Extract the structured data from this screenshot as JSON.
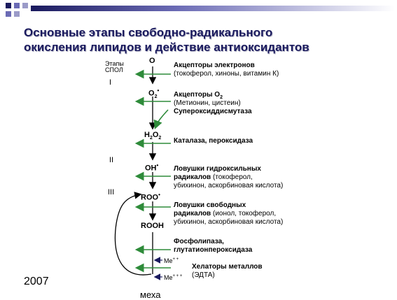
{
  "slide": {
    "title_line1": "Основные этапы свободно-радикального",
    "title_line2": "окисления липидов и действие антиоксидантов",
    "year": "2007",
    "footer_fragment": "меха"
  },
  "colors": {
    "title": "#1a1a5e",
    "arrow_green": "#2e8b3a",
    "deco_navy": "#1a1a5e",
    "deco_blue": "#6b6bb5"
  },
  "diagram": {
    "stages_header_line1": "Этапы",
    "stages_header_line2": "СПОЛ",
    "stage_1": "I",
    "stage_2": "II",
    "stage_3": "III",
    "species": {
      "o": "O",
      "o2": "O",
      "o2_sub": "2",
      "o2_sup": "•",
      "h2o2_h": "H",
      "h2o2_sub1": "2",
      "h2o2_o": "O",
      "h2o2_sub2": "2",
      "oh": "OH",
      "oh_sup": "•",
      "roo": "ROO",
      "roo_sup": "•",
      "rooh": "ROOH",
      "me1": "Me",
      "me1_sup": "+ +",
      "me2": "Me",
      "me2_sup": "+ + +"
    },
    "interventions": {
      "electron_acceptors_title": "Акцепторы электронов",
      "electron_acceptors_examples": "(токоферол, хиноны, витамин К)",
      "o2_acceptors_title": "Акцепторы O",
      "o2_acceptors_sub": "2",
      "o2_acceptors_examples": "(Метионин, цистеин)",
      "sod": "Супероксиддисмутаза",
      "catalase": "Каталаза, пероксидаза",
      "hydroxyl_traps_line1": "Ловушки гидроксильных",
      "hydroxyl_traps_line2_bold": "радикалов",
      "hydroxyl_traps_line2_rest": " (токоферол,",
      "hydroxyl_traps_line3": "убихинон, аскорбиновая кислота)",
      "free_traps_line1": "Ловушки свободных",
      "free_traps_line2_bold": "радикалов",
      "free_traps_line2_rest": " (ионол, токоферол,",
      "free_traps_line3": "убихинон, аскорбиновая кислота)",
      "phospholipase_line1": "Фосфолипаза,",
      "phospholipase_line2": "глутатионпероксидаза",
      "chelators_title": "Хелаторы металлов",
      "chelators_example": "(ЭДТА)"
    }
  }
}
